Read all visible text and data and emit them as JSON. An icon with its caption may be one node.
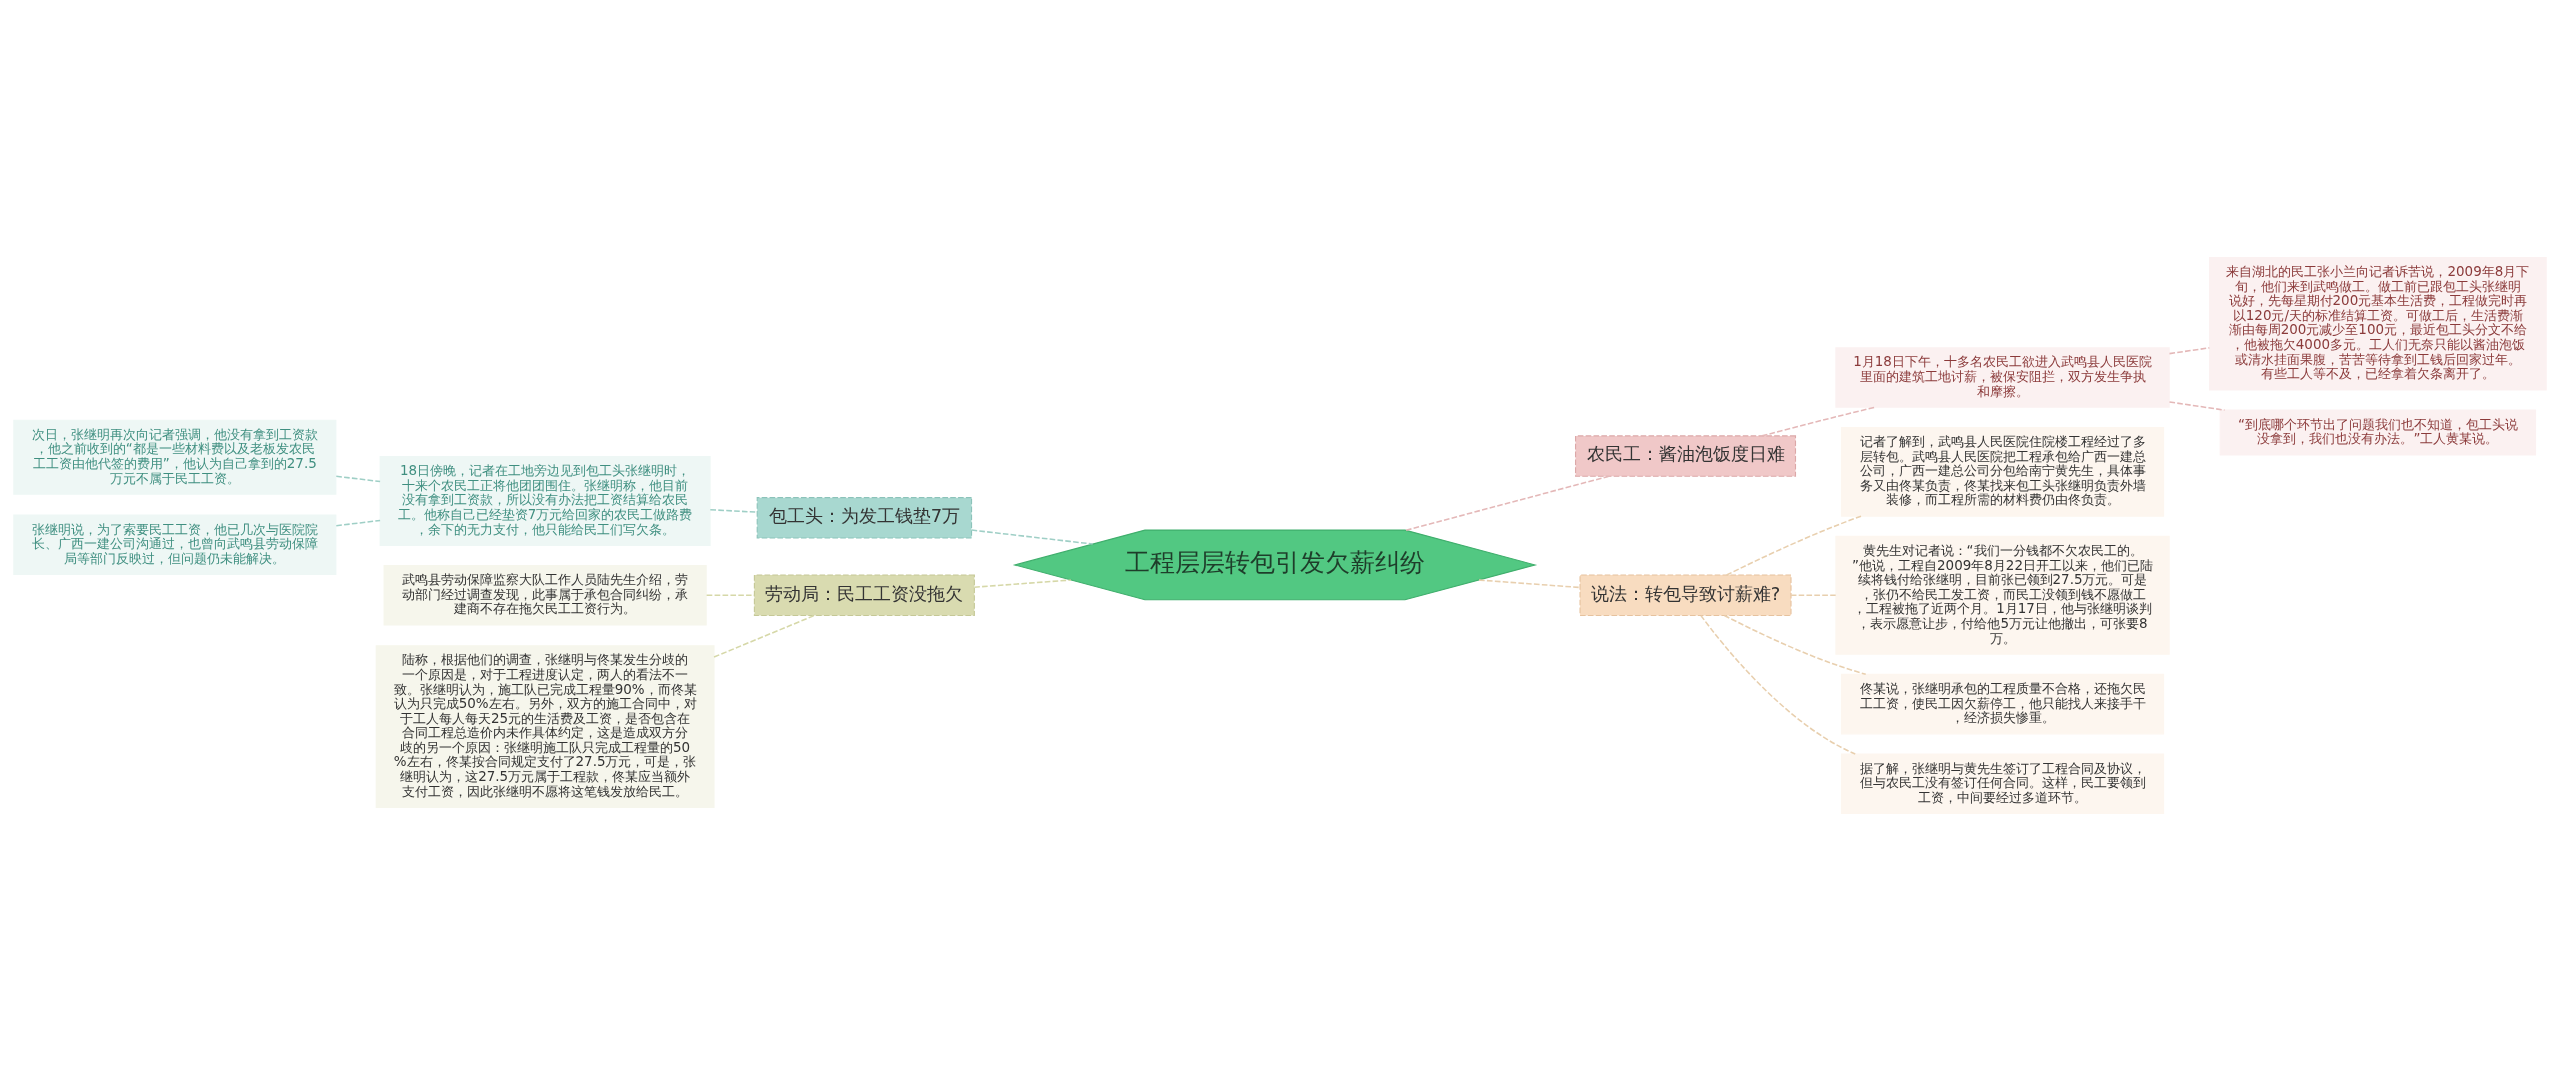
{
  "diagram": {
    "nodes": [
      {
        "text": [
          "工程层层转包引发欠薪纠纷"
        ]
      },
      {
        "text": [
          "包工头：为发工钱垫7万"
        ]
      },
      {
        "text": [
          "18日傍晚，记者在工地旁边见到包工头张继明时，十来个农民工正将他团团围住。张继明称，他目前没有拿到工资款，所以没有办法把工资结算给农民工。他称自己已经垫资7万元给回家的农民工做路费，余下的无力支付，他只能给民工们写欠条。"
        ]
      },
      {
        "text": [
          "次日，张继明再次向记者强调，他没有拿到工资款，他之前收到的“都是一些材料费以及老板发农民工工资由他代签的费用”，他认为自己拿到的27.5万元不属于民工工资。"
        ]
      },
      {
        "text": [
          "张继明说，为了索要民工工资，他已几次与医院院长、广西一建公司沟通过，也曾向武鸣县劳动保障局等部门反映过，但问题仍未能解决。"
        ]
      },
      {
        "text": [
          "劳动局：民工工资没拖欠"
        ]
      },
      {
        "text": [
          "武鸣县劳动保障监察大队工作人员陆先生介绍，劳动部门经过调查发现，此事属于承包合同纠纷，承建商不存在拖欠民工工资行为。"
        ]
      },
      {
        "text": [
          "陆称，根据他们的调查，张继明与佟某发生分歧的一个原因是，对于工程进度认定，两人的看法不一致。张继明认为，施工队已完成工程量90%，而佟某认为只完成50%左右。另外，双方的施工合同中，对于工人每人每天25元的生活费及工资，是否包含在合同工程总造价内未作具体约定，这是造成双方分歧的另一个原因：张继明施工队只完成工程量的50%左右，佟某按合同规定支付了27.5万元，可是，张继明认为，这27.5万元属于工程款，佟某应当额外支付工资，因此张继明不愿将这笔钱发放给民工。"
        ]
      },
      {
        "text": [
          "农民工：酱油泡饭度日难"
        ]
      },
      {
        "text": [
          "1月18日下午，十多名农民工欲进入武鸣县人民医院里面的建筑工地讨薪，被保安阻拦，双方发生争执和摩擦。"
        ]
      },
      {
        "text": [
          "来自湖北的民工张小兰向记者诉苦说，2009年8月下旬，他们来到武鸣做工。做工前已跟包工头张继明说好，先每星期付200元基本生活费，工程做完时再以120元/天的标准结算工资。可做工后，生活费渐渐由每周200元减少至100元，最近包工头分文不给，他被拖欠4000多元。工人们无奈只能以酱油泡饭或清水挂面果腹，苦苦等待拿到工钱后回家过年。有些工人等不及，已经拿着欠条离开了。"
        ]
      },
      {
        "text": [
          "“到底哪个环节出了问题我们也不知道，包工头说没拿到，我们也没有办法。”工人黄某说。"
        ]
      },
      {
        "text": [
          "说法：转包导致讨薪难?"
        ]
      },
      {
        "text": [
          "记者了解到，武鸣县人民医院住院楼工程经过了多层转包。武鸣县人民医院把工程承包给广西一建总公司，广西一建总公司分包给南宁黄先生，具体事务又由佟某负责，佟某找来包工头张继明负责外墙装修，而工程所需的材料费仍由佟负责。"
        ]
      },
      {
        "text": [
          "黄先生对记者说：“我们一分钱都不欠农民工的。”他说，工程自2009年8月22日开工以来，他们已陆续将钱付给张继明，目前张已领到27.5万元。可是，张仍不给民工发工资，而民工没领到钱不愿做工，工程被拖了近两个月。1月17日，他与张继明谈判，表示愿意让步，付给他5万元让他撤出，可张要8万。"
        ]
      },
      {
        "text": [
          "佟某说，张继明承包的工程质量不合格，还拖欠民工工资，使民工因欠薪停工，他只能找人来接手干，经济损失惨重。"
        ]
      },
      {
        "text": [
          "据了解，张继明与黄先生签订了工程合同及协议，但与农民工没有签订任何合同。这样，民工要领到工资，中间要经过多道环节。"
        ]
      }
    ],
    "edges": [
      {
        "from": 0,
        "to": 1,
        "arrow": "none",
        "style": "dashed",
        "color": "#9fcfc6"
      },
      {
        "from": 1,
        "to": 2,
        "arrow": "none",
        "style": "dashed",
        "color": "#9fcfc6"
      },
      {
        "from": 2,
        "to": 3,
        "arrow": "none",
        "style": "dashed",
        "color": "#9fcfc6"
      },
      {
        "from": 2,
        "to": 4,
        "arrow": "none",
        "style": "dashed",
        "color": "#9fcfc6"
      },
      {
        "from": 0,
        "to": 5,
        "arrow": "none",
        "style": "dashed",
        "color": "#d6d8a8"
      },
      {
        "from": 5,
        "to": 6,
        "arrow": "none",
        "style": "dashed",
        "color": "#d6d8a8"
      },
      {
        "from": 5,
        "to": 7,
        "arrow": "none",
        "style": "dashed",
        "color": "#d6d8a8"
      },
      {
        "from": 0,
        "to": 8,
        "arrow": "none",
        "style": "dashed",
        "color": "#e4b8b8"
      },
      {
        "from": 8,
        "to": 9,
        "arrow": "none",
        "style": "dashed",
        "color": "#e4b8b8"
      },
      {
        "from": 9,
        "to": 10,
        "arrow": "none",
        "style": "dashed",
        "color": "#e4b8b8"
      },
      {
        "from": 9,
        "to": 11,
        "arrow": "none",
        "style": "dashed",
        "color": "#e4b8b8"
      },
      {
        "from": 0,
        "to": 12,
        "arrow": "none",
        "style": "dashed",
        "color": "#e8cfae"
      },
      {
        "from": 12,
        "to": 13,
        "arrow": "none",
        "style": "dashed",
        "color": "#e8cfae"
      },
      {
        "from": 12,
        "to": 14,
        "arrow": "none",
        "style": "dashed",
        "color": "#e8cfae"
      },
      {
        "from": 12,
        "to": 15,
        "arrow": "none",
        "style": "dashed",
        "color": "#e8cfae"
      },
      {
        "from": 12,
        "to": 16,
        "arrow": "none",
        "style": "dashed",
        "color": "#e8cfae"
      }
    ]
  }
}
